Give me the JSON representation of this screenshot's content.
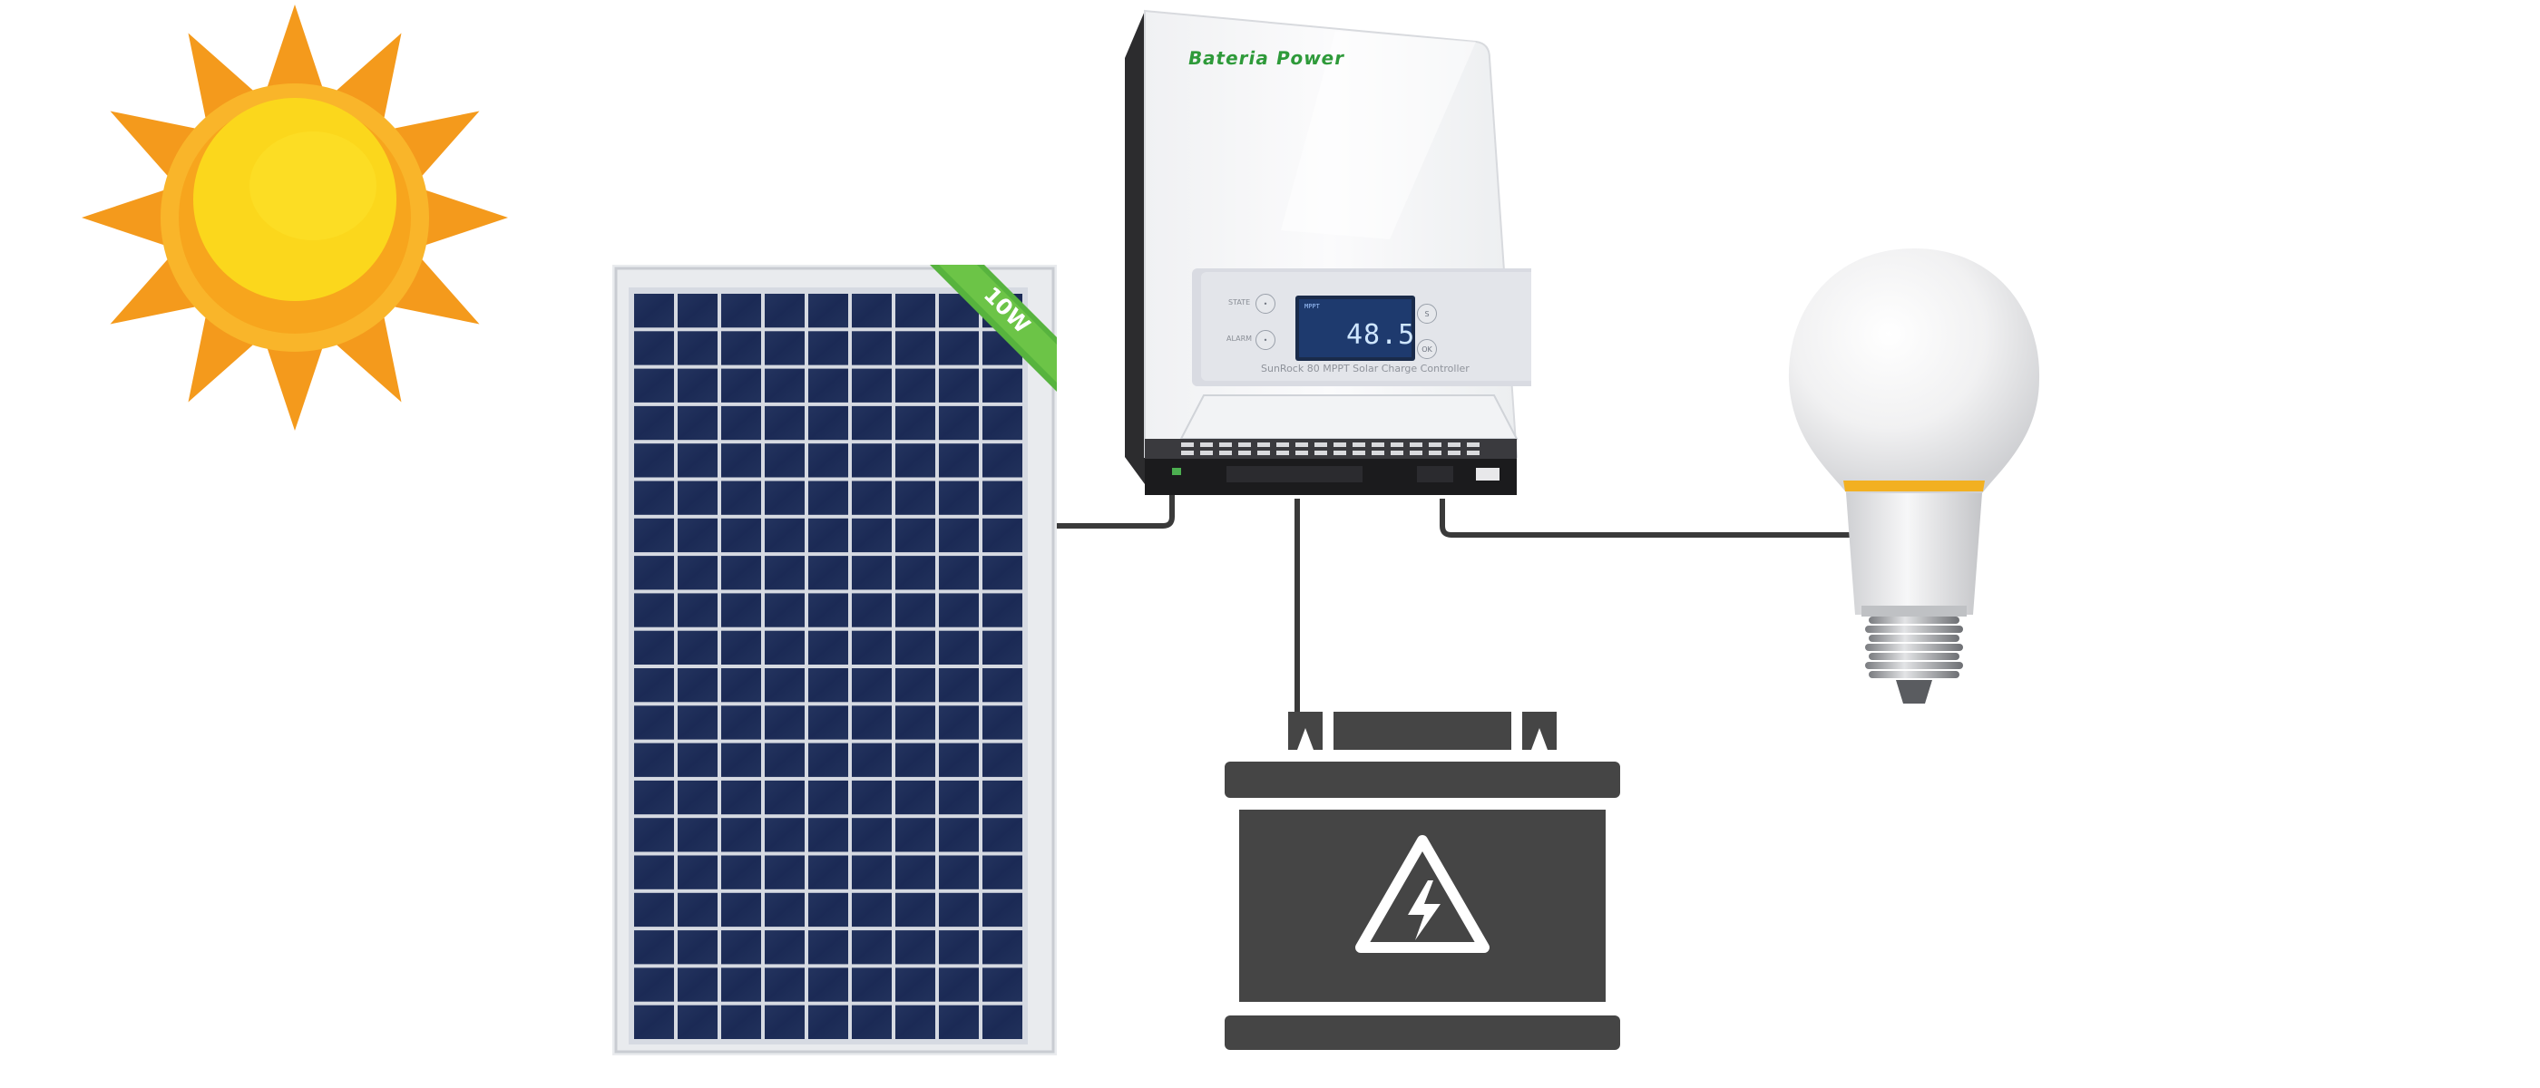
{
  "controller": {
    "brand": "Bateria Power",
    "display_value": "48.5",
    "display_mode": "MPPT",
    "model_text": "SunRock 80 MPPT Solar Charge Controller",
    "buttons": {
      "state": "STATE",
      "alarm": "ALARM",
      "set": "S",
      "ok": "OK"
    }
  },
  "solar_panel": {
    "wattage_badge": "10W",
    "cell_color": "#1b2a55",
    "frame_color": "#e6e8ec"
  },
  "battery": {
    "color": "#454545"
  },
  "sun": {
    "outer_color": "#f49a1c",
    "inner_color": "#fbd71c"
  },
  "bulb": {
    "band_color": "#f2b021"
  },
  "icons": [
    "sun-icon",
    "solar-panel-icon",
    "charge-controller-icon",
    "battery-icon",
    "light-bulb-icon",
    "lightning-icon"
  ]
}
